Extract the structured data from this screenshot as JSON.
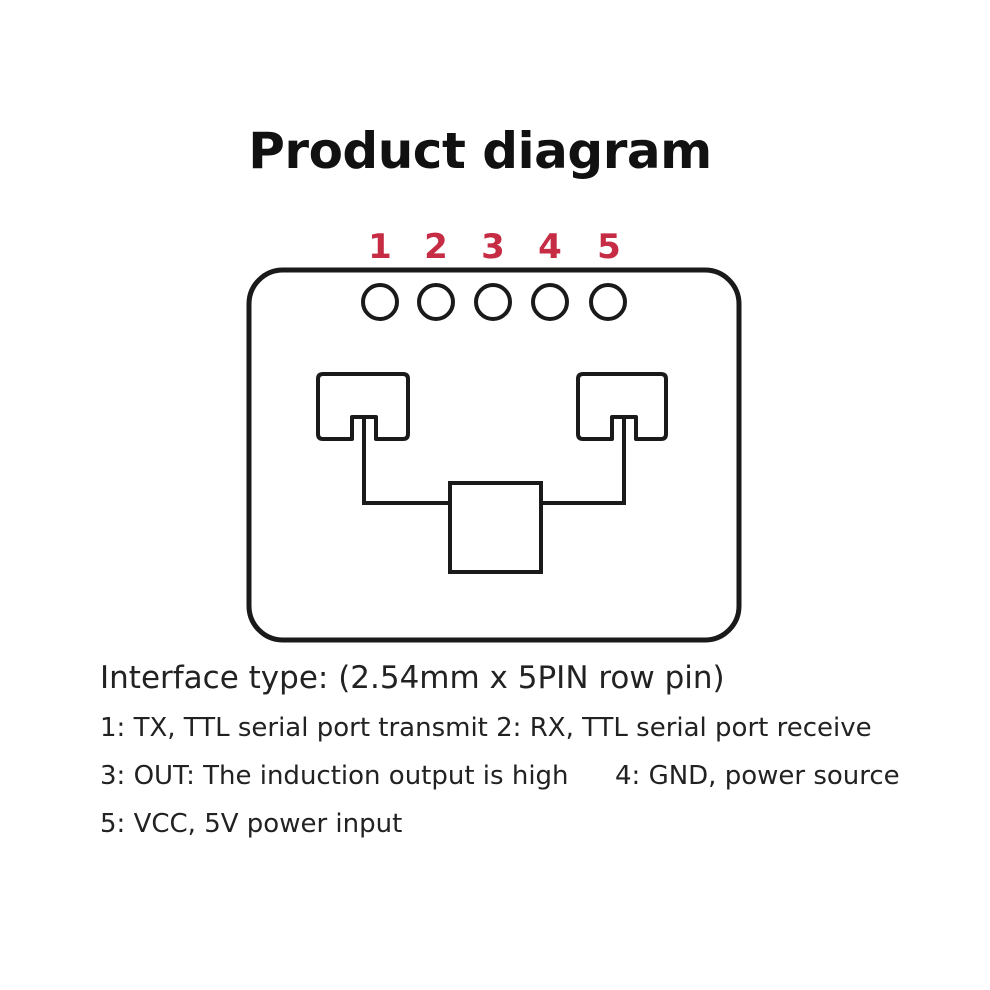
{
  "title": "Product diagram",
  "pins": [
    {
      "number": "1"
    },
    {
      "number": "2"
    },
    {
      "number": "3"
    },
    {
      "number": "4"
    },
    {
      "number": "5"
    }
  ],
  "interface_type": "Interface type: (2.54mm x 5PIN row pin)",
  "pin_descriptions": {
    "row1": "1: TX, TTL serial port transmit 2: RX, TTL serial port receive",
    "row2_left": "3: OUT: The induction output is high",
    "row2_right": "4: GND, power source",
    "row3": "5: VCC, 5V power input"
  },
  "colors": {
    "pin_number": "#c62c43",
    "outline": "#1a1a1a",
    "text": "#222222"
  }
}
